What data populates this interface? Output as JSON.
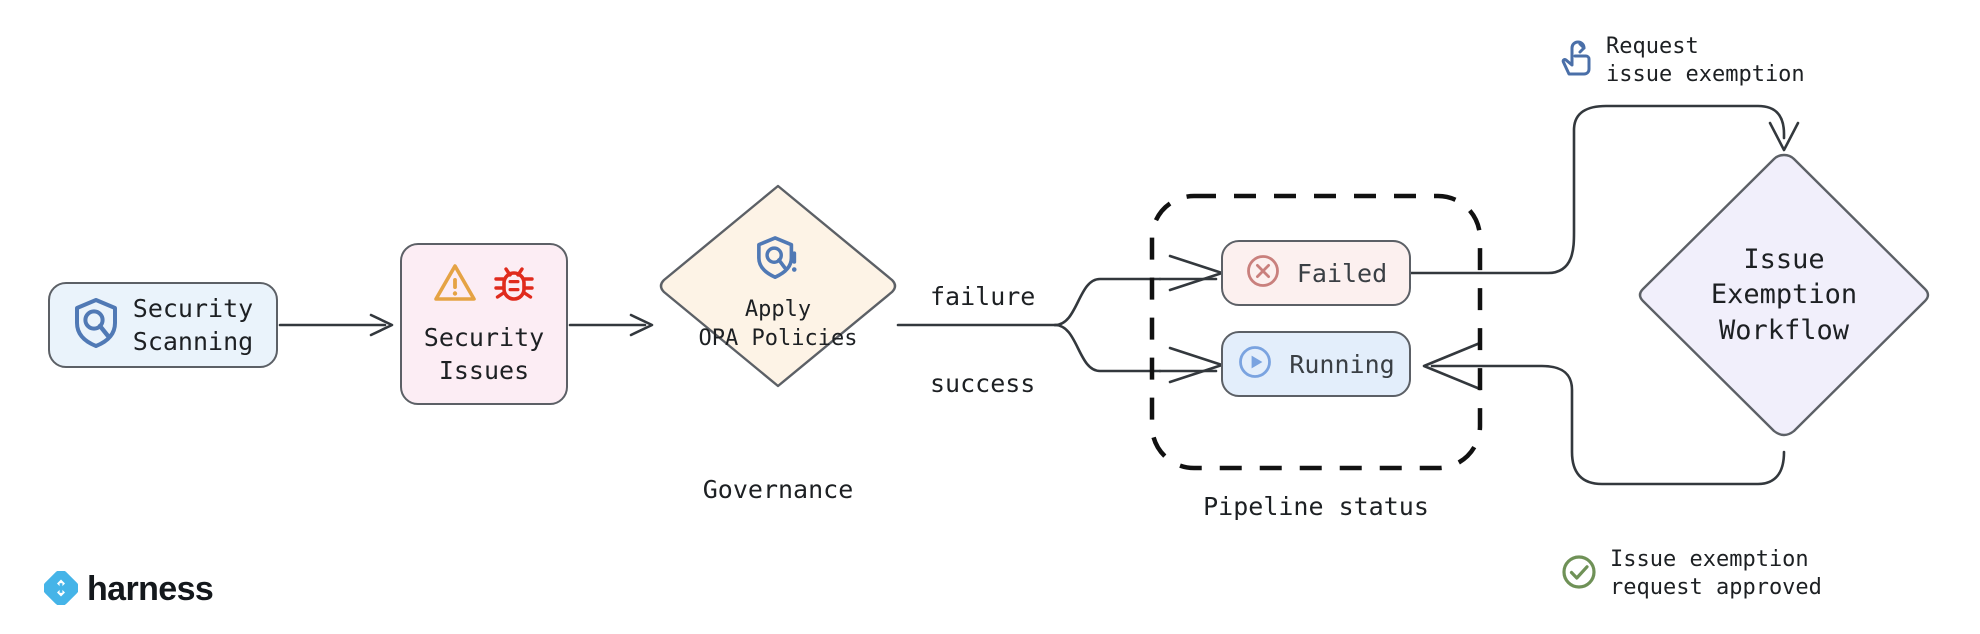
{
  "diagram": {
    "title": "Security scanning governance and issue exemption workflow",
    "background": "#ffffff"
  },
  "nodes": {
    "security_scanning": {
      "label": "Security\nScanning",
      "icon": "shield-search-icon",
      "fill": "#eaf3fb",
      "stroke": "#5c6066",
      "shape": "rounded-rect"
    },
    "security_issues": {
      "label": "Security\nIssues",
      "icons": [
        "warning-triangle-icon",
        "bug-icon"
      ],
      "fill": "#fcedf4",
      "stroke": "#5c6066",
      "shape": "rounded-rect"
    },
    "apply_opa_policies": {
      "label": "Apply\nOPA Policies",
      "caption": "Governance",
      "icon": "shield-alert-icon",
      "fill": "#fdf3e6",
      "stroke": "#5c6066",
      "shape": "diamond"
    },
    "failed": {
      "label": "Failed",
      "icon": "circle-x-icon",
      "fill": "#fcf0ef",
      "stroke": "#5c6066",
      "icon_color": "#c9807d",
      "shape": "rounded-rect"
    },
    "running": {
      "label": "Running",
      "icon": "circle-play-icon",
      "fill": "#e3eefb",
      "stroke": "#5c6066",
      "icon_color": "#7aa3e0",
      "shape": "rounded-rect"
    },
    "issue_exemption_workflow": {
      "label": "Issue\nExemption\nWorkflow",
      "fill": "#f1effb",
      "stroke": "#5c6066",
      "shape": "diamond"
    }
  },
  "groups": {
    "pipeline_status": {
      "caption": "Pipeline status",
      "style": "dashed",
      "stroke": "#111111"
    }
  },
  "edges": {
    "failure_label": "failure",
    "success_label": "success"
  },
  "annotations": {
    "request": {
      "text": "Request\nissue exemption",
      "icon": "tap-hand-icon",
      "icon_color": "#4a6fa8"
    },
    "approved": {
      "text": "Issue exemption\nrequest approved",
      "icon": "circle-check-icon",
      "icon_color": "#6f9157"
    }
  },
  "brand": {
    "name": "harness",
    "logo_icon": "harness-logo-icon",
    "logo_color": "#45b4e8"
  }
}
